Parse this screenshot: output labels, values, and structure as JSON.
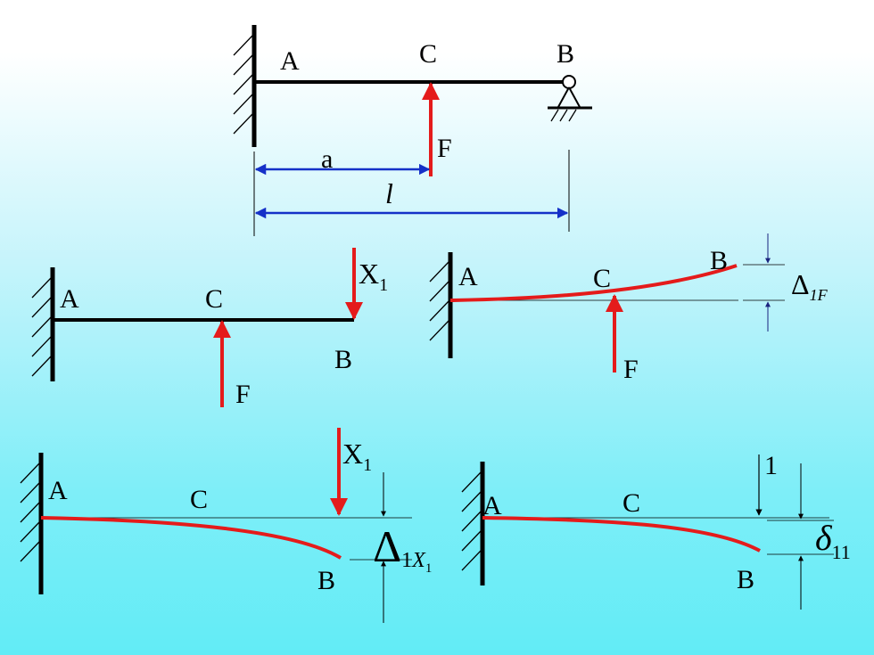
{
  "diagram1": {
    "point_a": "A",
    "point_c": "C",
    "point_b": "B",
    "force": "F",
    "dim_a": "a",
    "dim_l": "l"
  },
  "diagram2": {
    "point_a": "A",
    "point_c": "C",
    "point_b": "B",
    "force": "F",
    "redundant_x": "X",
    "redundant_sub": "1"
  },
  "diagram3": {
    "point_a": "A",
    "point_c": "C",
    "point_b": "B",
    "force": "F",
    "delta": "Δ",
    "delta_sub": "1F"
  },
  "diagram4": {
    "point_a": "A",
    "point_c": "C",
    "point_b": "B",
    "redundant_x": "X",
    "redundant_sub": "1",
    "delta": "Δ",
    "delta_sub1": "1",
    "delta_sub_x": "X",
    "delta_sub_x_sub": "1"
  },
  "diagram5": {
    "point_a": "A",
    "point_c": "C",
    "point_b": "B",
    "unit_load": "1",
    "delta": "δ",
    "delta_sub": "11"
  },
  "colors": {
    "beam": "#000000",
    "load": "#e41b1b",
    "dimension": "#1530c8",
    "deflection": "#e41b1b"
  }
}
